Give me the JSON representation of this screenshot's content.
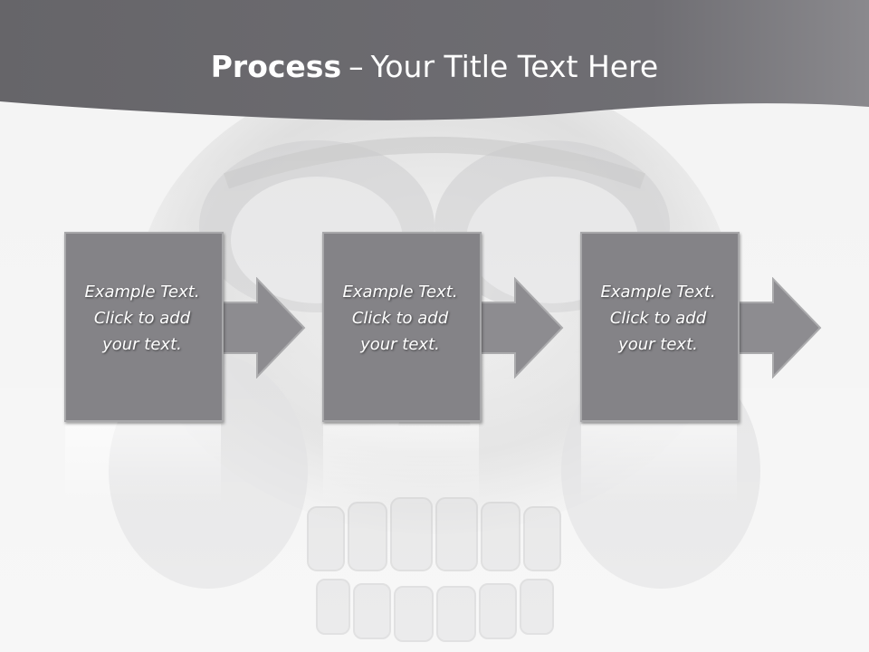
{
  "slide": {
    "title_bold": "Process",
    "title_dash": "–",
    "title_rest": "Your Title Text Here"
  },
  "steps": [
    {
      "line1": "Example Text.",
      "line2": "Click  to add",
      "line3": "your text."
    },
    {
      "line1": "Example Text.",
      "line2": "Click  to add",
      "line3": "your text."
    },
    {
      "line1": "Example Text.",
      "line2": "Click  to add",
      "line3": "your text."
    }
  ],
  "colors": {
    "header": "#6a696e",
    "box_fill": "#848387",
    "arrow_fill": "#8d8c90",
    "text": "#ffffff"
  }
}
